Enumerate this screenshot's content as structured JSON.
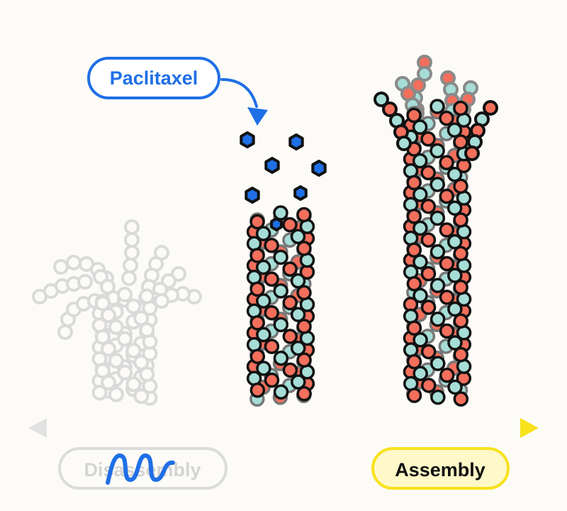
{
  "labels": {
    "paclitaxel": "Paclitaxel",
    "disassembly": "Disassembly",
    "assembly": "Assembly"
  },
  "colors": {
    "background": "#fcfbf7",
    "paclitaxel_blue": "#1f6fe6",
    "alpha_tubulin_teal": "#a6ddd7",
    "beta_tubulin_red": "#f26f5c",
    "outline_black": "#111111",
    "faded_gray": "#dadada",
    "arrow_gray": "#e2e2e2",
    "assembly_yellow": "#f7e21c",
    "assembly_fill": "#fff8c8"
  },
  "icons": {
    "disassembly_scribble": "squiggle-icon",
    "arrow": "double-headed-arrow-icon"
  }
}
